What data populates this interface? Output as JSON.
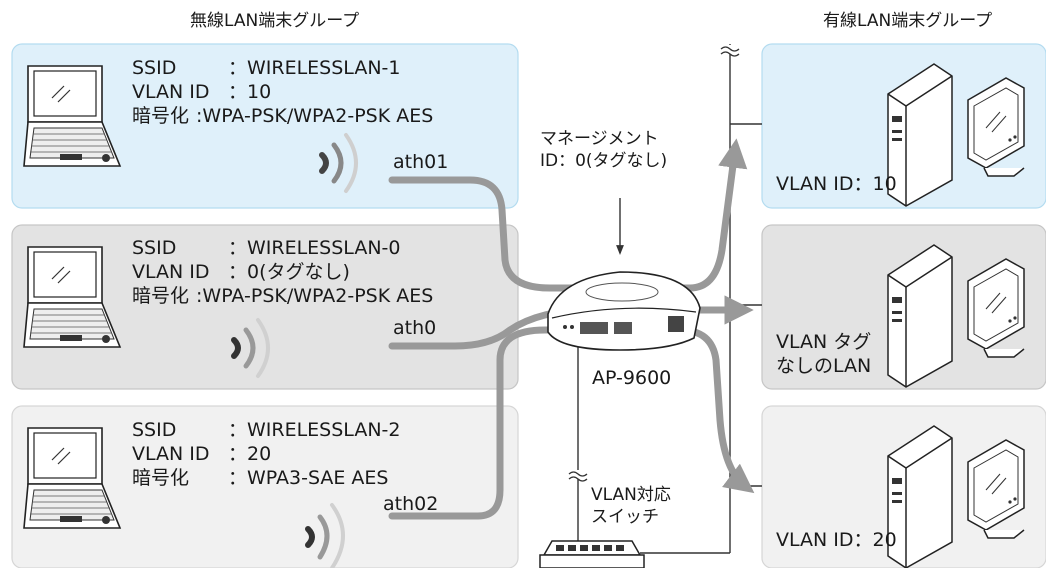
{
  "headers": {
    "wireless_group": "無線LAN端末グループ",
    "wired_group": "有線LAN端末グループ"
  },
  "wireless_groups": [
    {
      "ssid_label": "SSID",
      "ssid_value": "：WIRELESSLAN-1",
      "vlan_label": "VLAN ID",
      "vlan_value": "：10",
      "enc_label": "暗号化",
      "enc_value": ":WPA-PSK/WPA2-PSK AES",
      "iface": "ath01",
      "color": "#dff0fa"
    },
    {
      "ssid_label": "SSID",
      "ssid_value": "：WIRELESSLAN-0",
      "vlan_label": "VLAN ID",
      "vlan_value": "：0(タグなし)",
      "enc_label": "暗号化",
      "enc_value": ":WPA-PSK/WPA2-PSK AES",
      "iface": "ath0",
      "color": "#e3e3e3"
    },
    {
      "ssid_label": "SSID",
      "ssid_value": "：WIRELESSLAN-2",
      "vlan_label": "VLAN ID",
      "vlan_value": "：20",
      "enc_label": "暗号化",
      "enc_value": "：WPA3-SAE AES",
      "iface": "ath02",
      "color": "#f1f1f1"
    }
  ],
  "wired_groups": [
    {
      "label_line1": "VLAN ID：10",
      "label_line2": "",
      "color": "#dff0fa"
    },
    {
      "label_line1": "VLAN タグ",
      "label_line2": "なしのLAN",
      "color": "#e3e3e3"
    },
    {
      "label_line1": "VLAN ID：20",
      "label_line2": "",
      "color": "#f1f1f1"
    }
  ],
  "management": {
    "line1": "マネージメント",
    "line2": "ID：0(タグなし)"
  },
  "ap_label": "AP-9600",
  "switch": {
    "line1": "VLAN対応",
    "line2": "スイッチ"
  },
  "colors": {
    "arrow": "#999999",
    "line": "#333333"
  }
}
